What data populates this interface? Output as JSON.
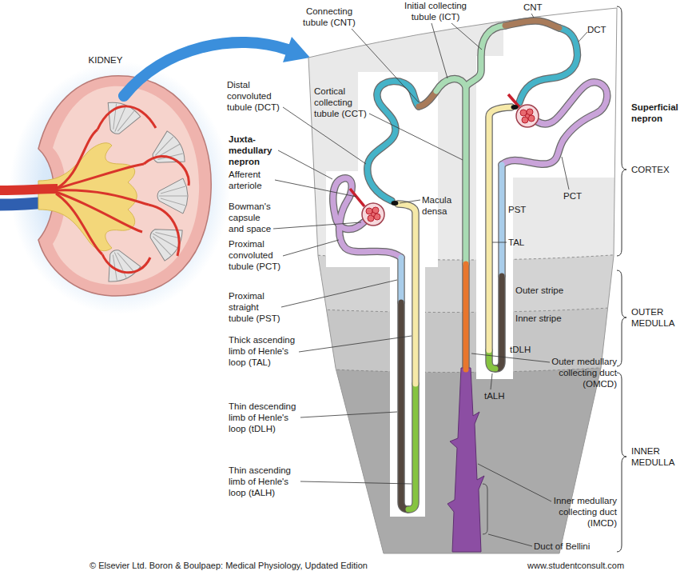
{
  "diagram": {
    "caption": "© Elsevier Ltd. Boron & Boulpaep: Medical Physiology, Updated Edition",
    "labels": [
      "KIDNEY",
      "Connecting tubule (CNT)",
      "Initial collecting tubule (ICT)",
      "CNT",
      "DCT",
      "Distal convoluted tubule (DCT)",
      "Cortical collecting tubule (CCT)",
      "Superficial nepron",
      "Juxta-medullary nepron",
      "Afferent arteriole",
      "Bowman's capsule and space",
      "Macula densa",
      "Proximal convoluted tubule (PCT)",
      "Proximal straight tubule (PST)",
      "Thick ascending limb of Henle's loop (TAL)",
      "Thin descending limb of Henle's loop (tDLH)",
      "Thin ascending limb of Henle's loop (tALH)",
      "PCT",
      "PST",
      "TAL",
      "CORTEX",
      "Outer stripe",
      "Inner stripe",
      "OUTER MEDULLA",
      "tDLH",
      "Outer medullary collecting duct (OMCD)",
      "tALH",
      "INNER MEDULLA",
      "Inner medullary collecting duct (IMCD)",
      "Duct of Bellini",
      "www.studentconsult.com"
    ]
  }
}
